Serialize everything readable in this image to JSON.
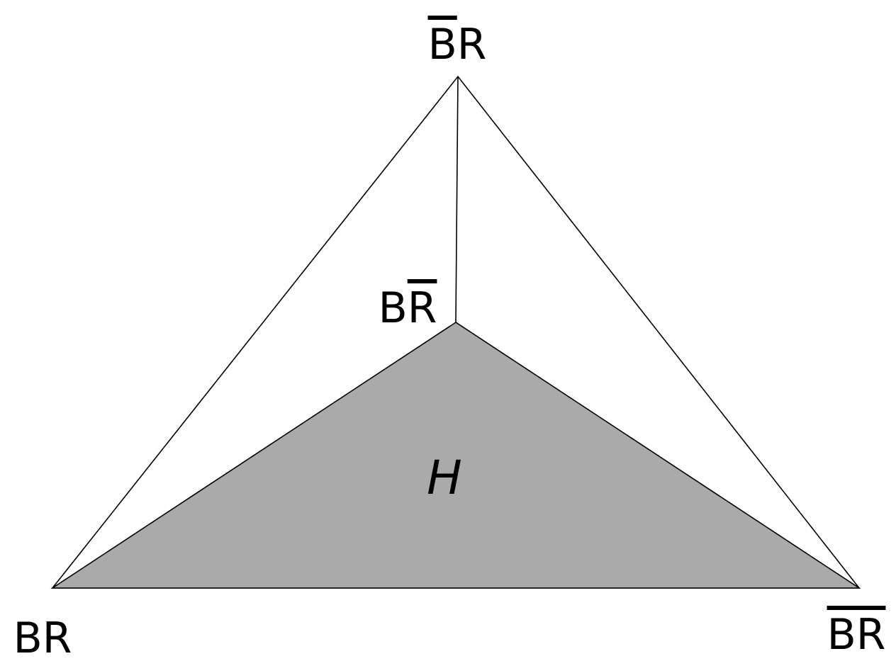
{
  "diagram": {
    "vertices": {
      "top": {
        "pre": "",
        "bar": "B",
        "post": "R"
      },
      "middle": {
        "pre": "B",
        "bar": "R",
        "post": ""
      },
      "bottom_left": {
        "pre": "",
        "bar": "",
        "post": "BR"
      },
      "bottom_right": {
        "pre": "",
        "bar": "BR",
        "post": ""
      }
    },
    "region_label": "H",
    "colors": {
      "stroke": "#000000",
      "region_fill": "#aaaaaa",
      "background": "#ffffff"
    }
  }
}
